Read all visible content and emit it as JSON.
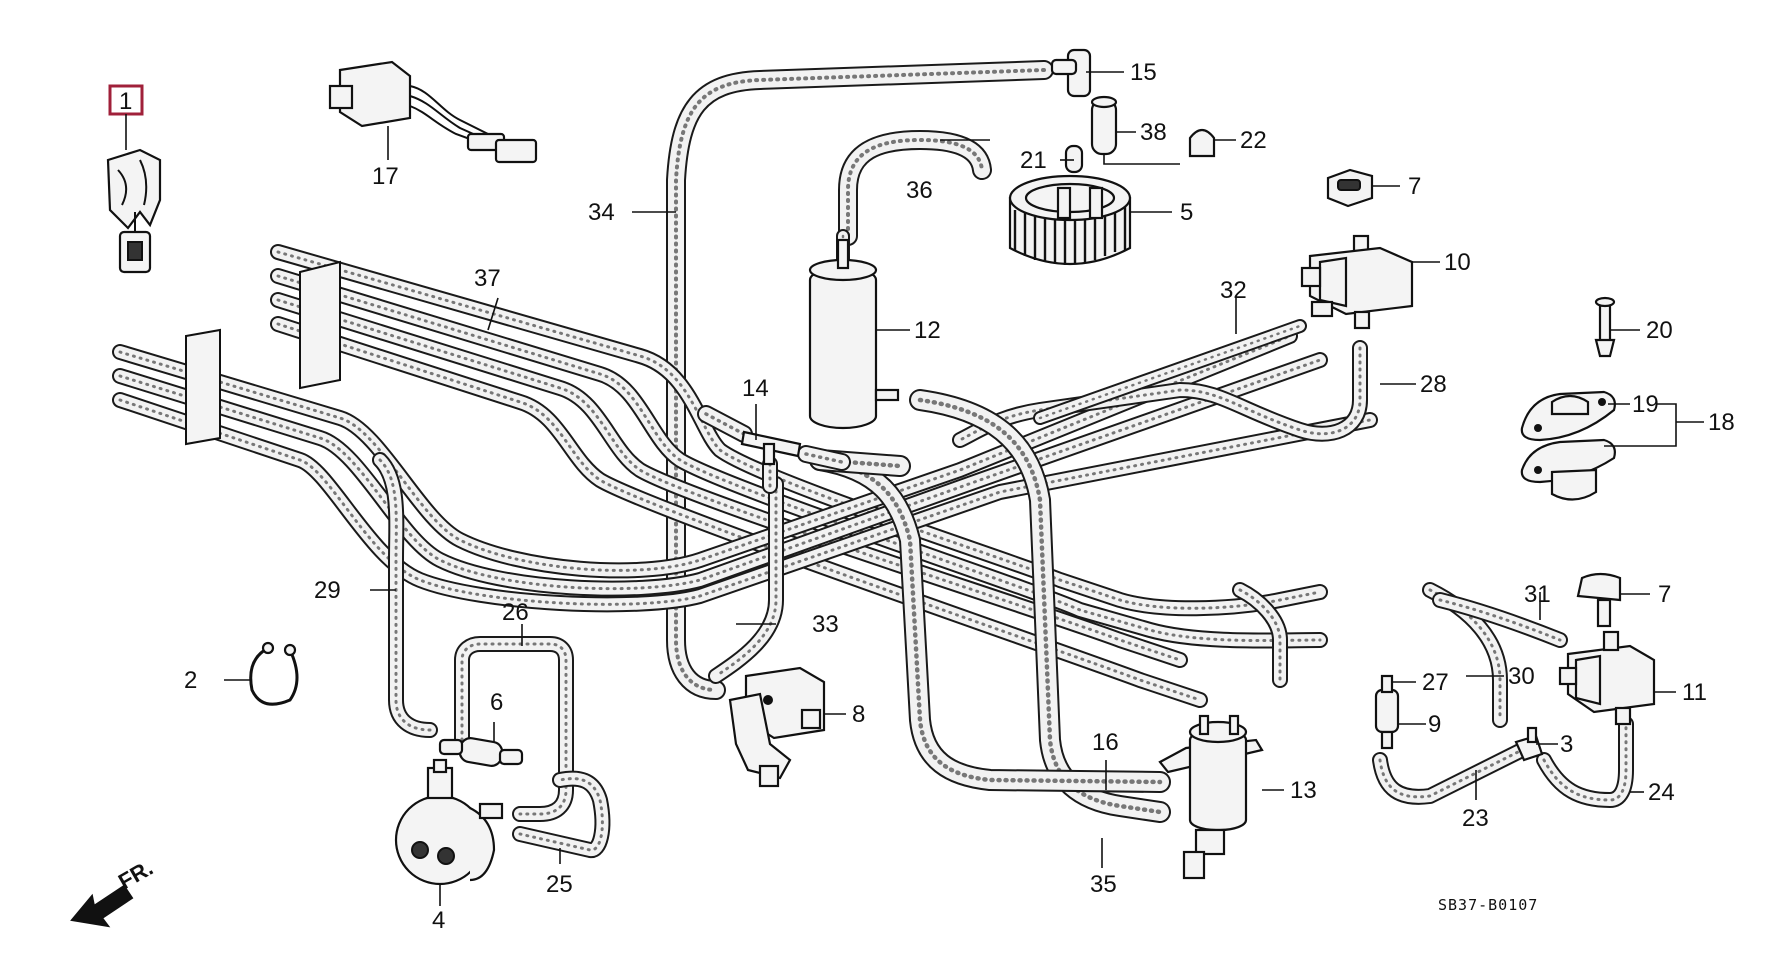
{
  "diagram": {
    "code": "SB37-B0107",
    "direction_label": "FR.",
    "highlight_color": "#a0203a",
    "highlighted_part": "1",
    "callouts": [
      {
        "id": "1",
        "label": "1"
      },
      {
        "id": "2",
        "label": "2"
      },
      {
        "id": "3",
        "label": "3"
      },
      {
        "id": "4",
        "label": "4"
      },
      {
        "id": "5",
        "label": "5"
      },
      {
        "id": "6",
        "label": "6"
      },
      {
        "id": "7a",
        "label": "7"
      },
      {
        "id": "7b",
        "label": "7"
      },
      {
        "id": "8",
        "label": "8"
      },
      {
        "id": "9",
        "label": "9"
      },
      {
        "id": "10",
        "label": "10"
      },
      {
        "id": "11",
        "label": "11"
      },
      {
        "id": "12",
        "label": "12"
      },
      {
        "id": "13",
        "label": "13"
      },
      {
        "id": "14",
        "label": "14"
      },
      {
        "id": "15",
        "label": "15"
      },
      {
        "id": "16",
        "label": "16"
      },
      {
        "id": "17",
        "label": "17"
      },
      {
        "id": "18",
        "label": "18"
      },
      {
        "id": "19",
        "label": "19"
      },
      {
        "id": "20",
        "label": "20"
      },
      {
        "id": "21",
        "label": "21"
      },
      {
        "id": "22",
        "label": "22"
      },
      {
        "id": "23",
        "label": "23"
      },
      {
        "id": "24",
        "label": "24"
      },
      {
        "id": "25",
        "label": "25"
      },
      {
        "id": "26",
        "label": "26"
      },
      {
        "id": "27",
        "label": "27"
      },
      {
        "id": "28",
        "label": "28"
      },
      {
        "id": "29",
        "label": "29"
      },
      {
        "id": "30",
        "label": "30"
      },
      {
        "id": "31",
        "label": "31"
      },
      {
        "id": "32",
        "label": "32"
      },
      {
        "id": "33",
        "label": "33"
      },
      {
        "id": "34",
        "label": "34"
      },
      {
        "id": "35",
        "label": "35"
      },
      {
        "id": "36",
        "label": "36"
      },
      {
        "id": "37",
        "label": "37"
      },
      {
        "id": "38",
        "label": "38"
      }
    ]
  }
}
